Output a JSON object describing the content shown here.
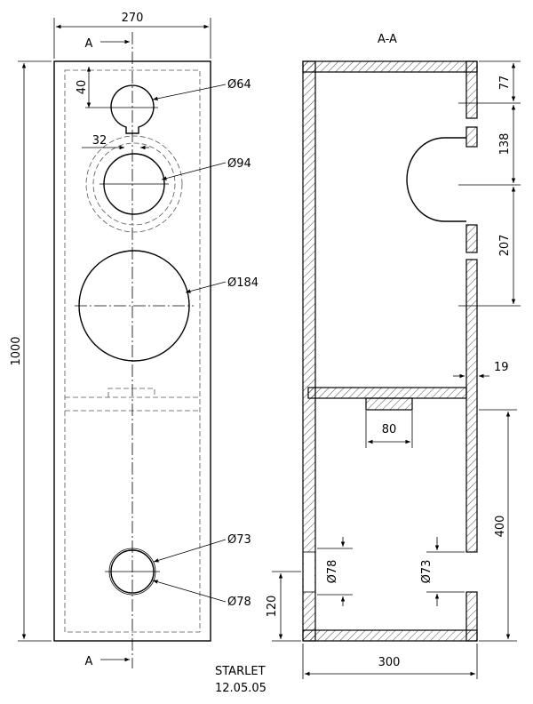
{
  "front_view": {
    "width_label": "270",
    "height_label": "1000",
    "section_marker_top": "A",
    "section_marker_bottom": "A",
    "tweeter_depth_label": "40",
    "tweeter_offset_label": "32",
    "holes": {
      "tweeter": "Ø64",
      "midrange": "Ø94",
      "woofer": "Ø184",
      "port_inner": "Ø73",
      "port_outer": "Ø78"
    }
  },
  "section_view": {
    "title": "A-A",
    "width_label": "300",
    "dim_top": "77",
    "dim_mid": "138",
    "dim_lower": "207",
    "dim_panel": "19",
    "dim_brace": "80",
    "dim_chamber": "400",
    "dim_port_height": "120",
    "port_outer_label": "Ø78",
    "port_inner_label": "Ø73"
  },
  "title_block": {
    "name": "STARLET",
    "date": "12.05.05"
  }
}
